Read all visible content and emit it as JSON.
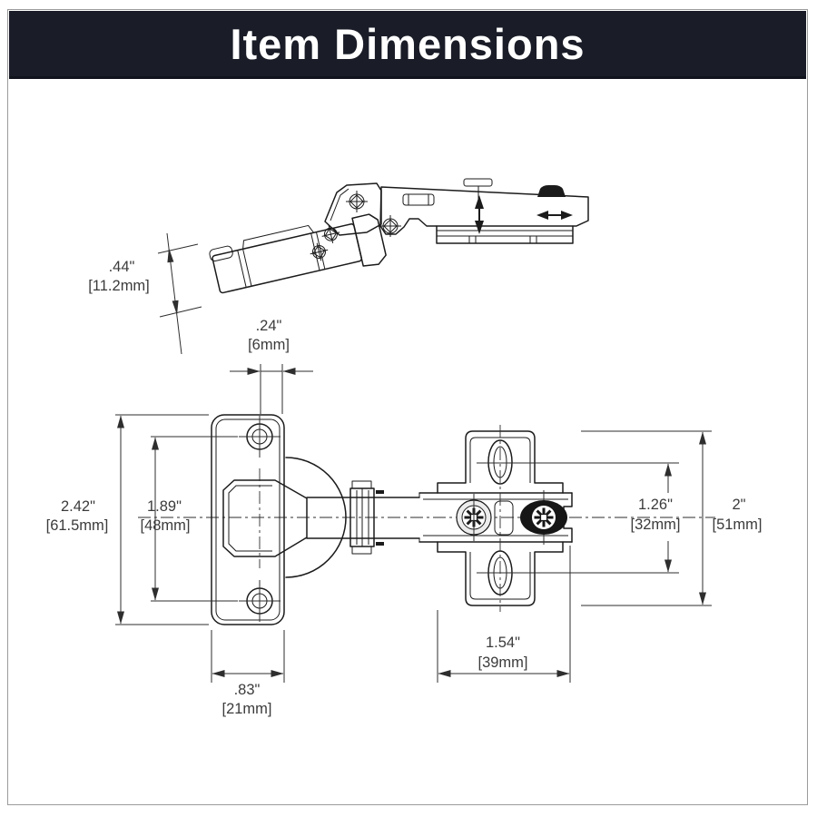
{
  "header": {
    "title": "Item Dimensions",
    "bg_color": "#1a1d28",
    "text_color": "#ffffff"
  },
  "colors": {
    "line": "#1b1b1b",
    "dim_text": "#3b3b3b",
    "background": "#ffffff",
    "frame_border": "#9b9b9b"
  },
  "icons": {
    "vertical_adjust_arrow": "up-down filled double arrow",
    "horizontal_adjust_arrow": "left-right filled double arrow"
  },
  "drawing": {
    "dims": {
      "flap_thickness": {
        "inches": ".44\"",
        "mm": "[11.2mm]"
      },
      "cup_offset": {
        "inches": ".24\"",
        "mm": "[6mm]"
      },
      "plate_height": {
        "inches": "2.42\"",
        "mm": "[61.5mm]"
      },
      "hole_spacing": {
        "inches": "1.89\"",
        "mm": "[48mm]"
      },
      "plate_width": {
        "inches": ".83\"",
        "mm": "[21mm]"
      },
      "base_width": {
        "inches": "1.54\"",
        "mm": "[39mm]"
      },
      "base_hole_spacing": {
        "inches": "1.26\"",
        "mm": "[32mm]"
      },
      "base_height": {
        "inches": "2\"",
        "mm": "[51mm]"
      }
    }
  }
}
